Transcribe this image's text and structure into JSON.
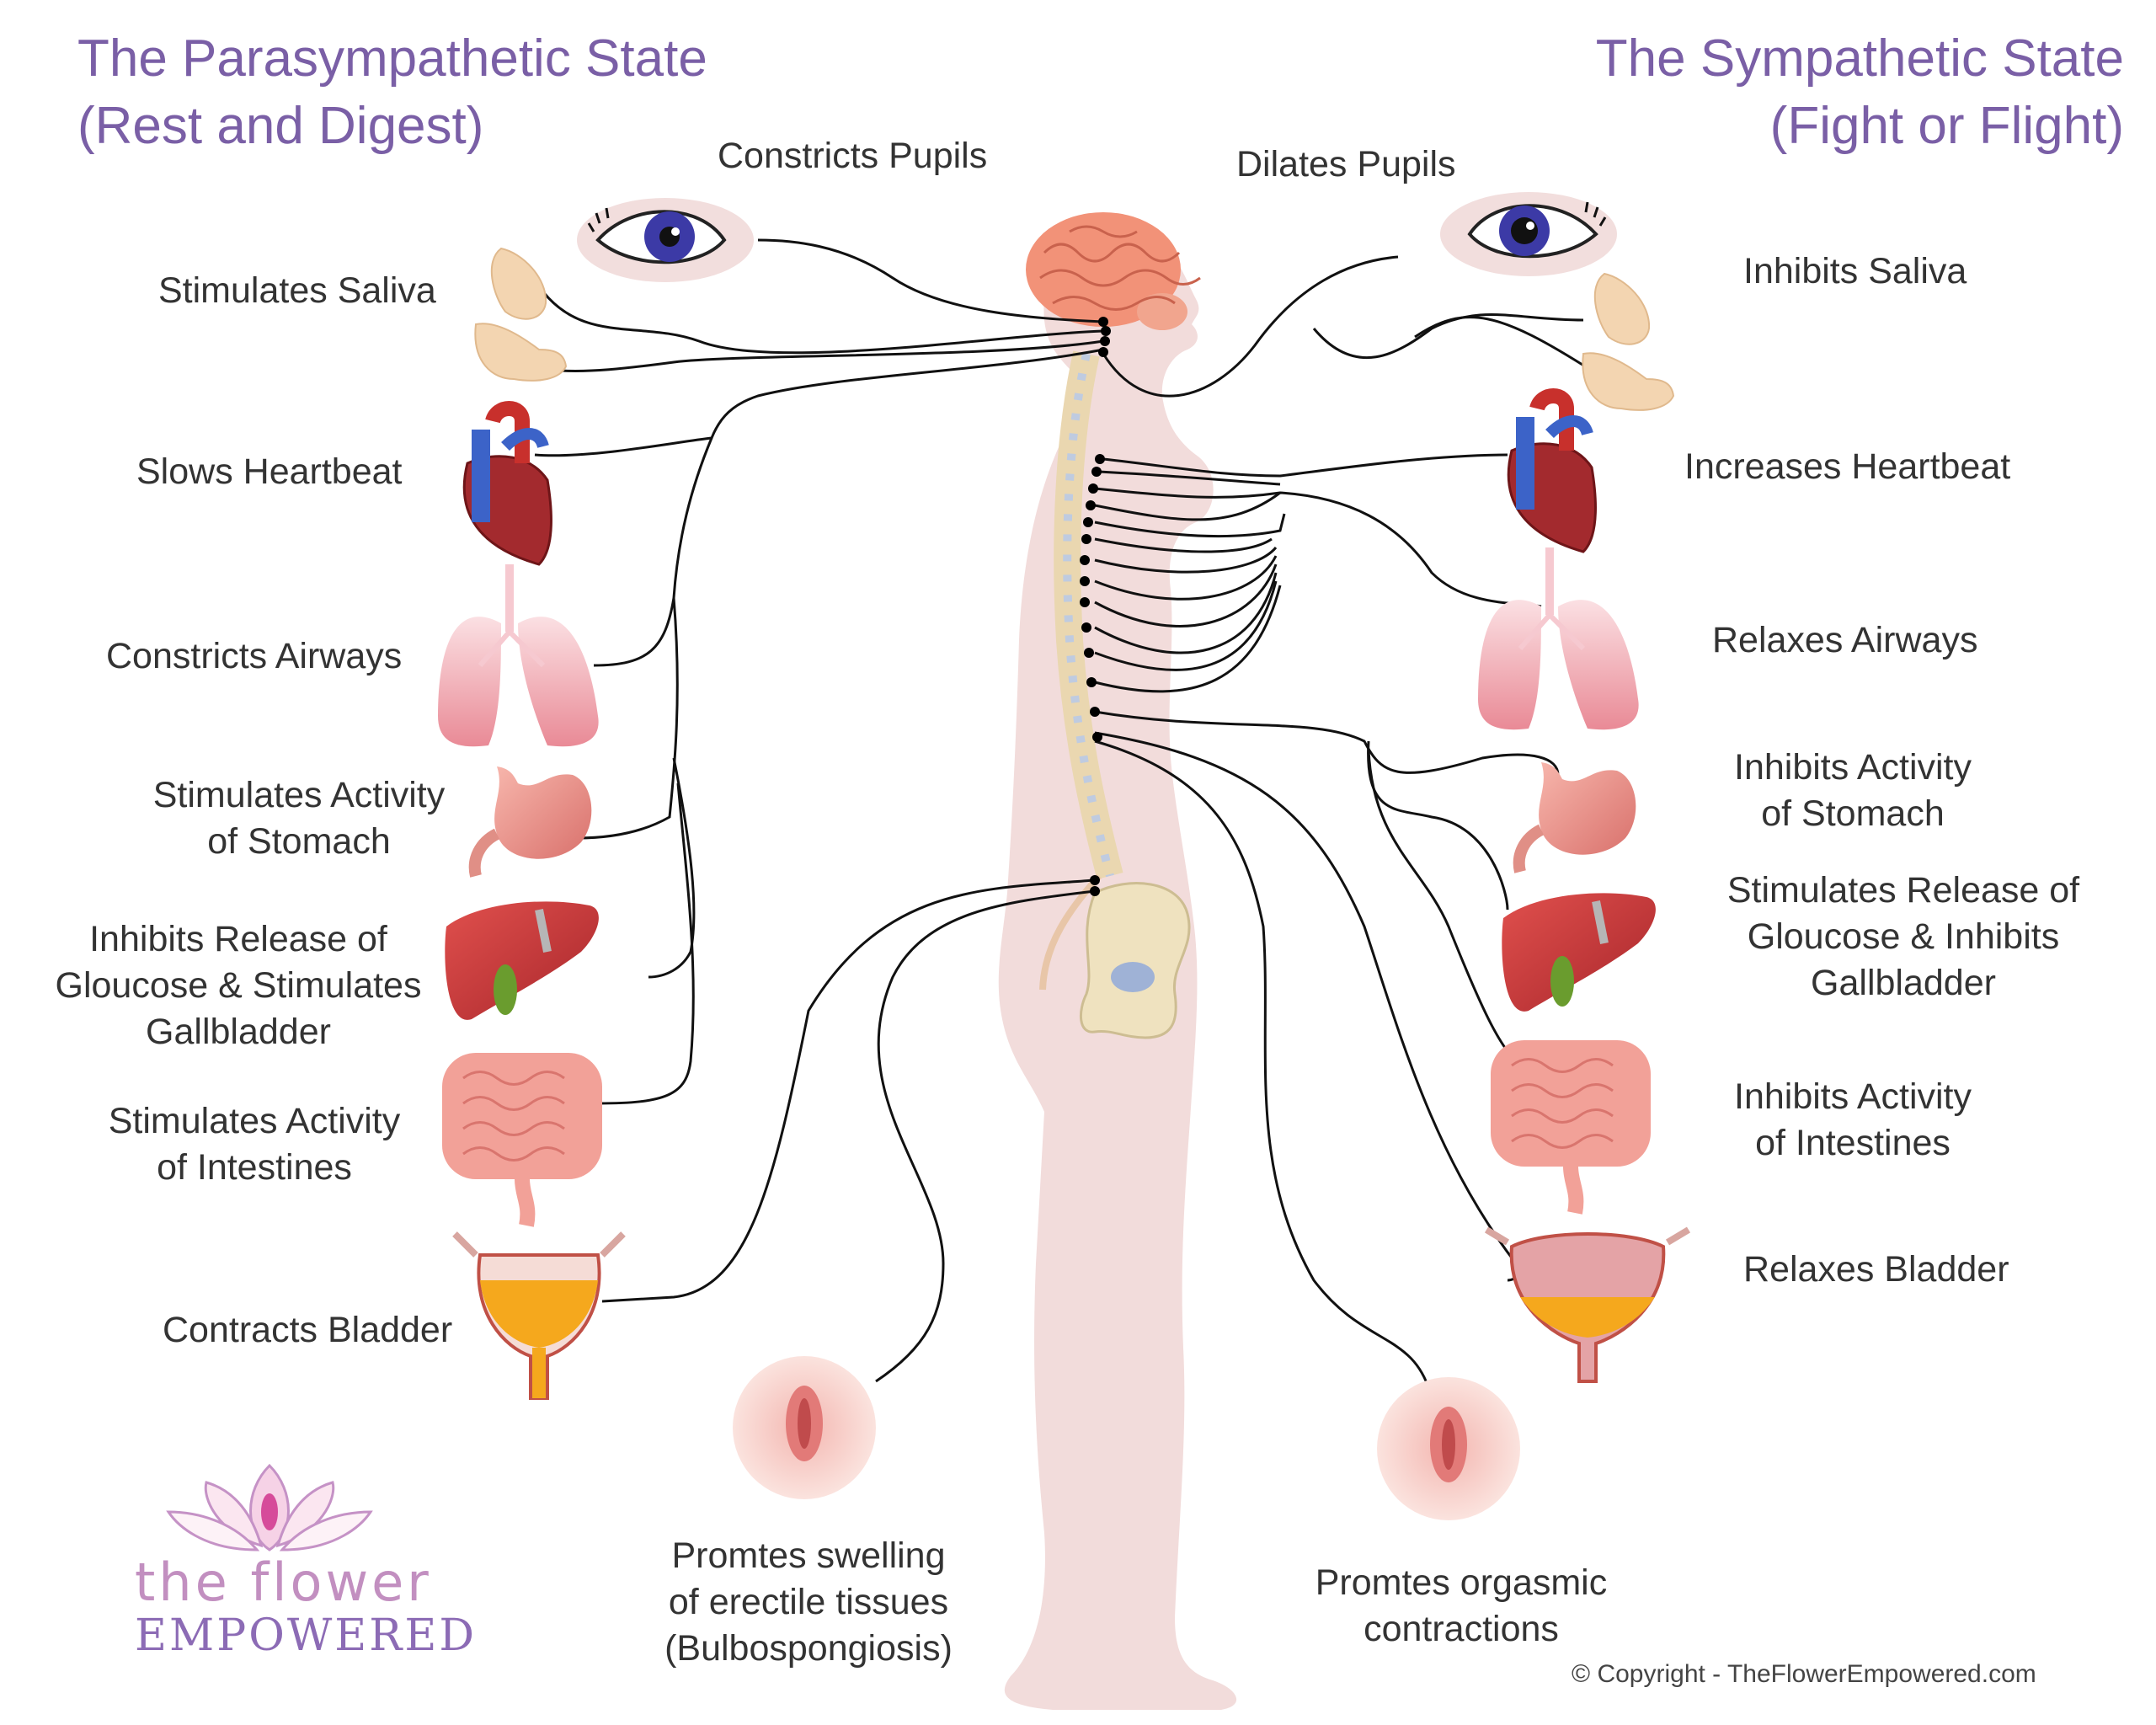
{
  "titles": {
    "left_line1": "The Parasympathetic State",
    "left_line2": "(Rest and Digest)",
    "right_line1": "The Sympathetic State",
    "right_line2": "(Fight or Flight)"
  },
  "parasympathetic": {
    "pupils": "Constricts Pupils",
    "saliva": "Stimulates Saliva",
    "heart": "Slows Heartbeat",
    "airways": "Constricts Airways",
    "stomach_line1": "Stimulates Activity",
    "stomach_line2": "of Stomach",
    "liver_line1": "Inhibits Release of",
    "liver_line2": "Gloucose & Stimulates",
    "liver_line3": "Gallbladder",
    "intestines_line1": "Stimulates Activity",
    "intestines_line2": "of Intestines",
    "bladder": "Contracts Bladder",
    "genital_line1": "Promtes swelling",
    "genital_line2": "of erectile tissues",
    "genital_line3": "(Bulbospongiosis)"
  },
  "sympathetic": {
    "pupils": "Dilates Pupils",
    "saliva": "Inhibits Saliva",
    "heart": "Increases Heartbeat",
    "airways": "Relaxes Airways",
    "stomach_line1": "Inhibits Activity",
    "stomach_line2": "of Stomach",
    "liver_line1": "Stimulates Release of",
    "liver_line2": "Gloucose & Inhibits",
    "liver_line3": "Gallbladder",
    "intestines_line1": "Inhibits Activity",
    "intestines_line2": "of Intestines",
    "bladder": "Relaxes Bladder",
    "genital_line1": "Promtes orgasmic",
    "genital_line2": "contractions"
  },
  "logo": {
    "line1": "the flower",
    "line2": "EMPOWERED"
  },
  "copyright": "© Copyright - TheFlowerEmpowered.com",
  "colors": {
    "title": "#7a5fa6",
    "text": "#333333",
    "body": "#f2d9d8",
    "nerve": "#111111",
    "brain": "#f08a72",
    "liver": "#c0393b",
    "urine": "#f5a81d"
  },
  "icons": [
    "eye-icon",
    "salivary-gland-icon",
    "heart-icon",
    "lungs-icon",
    "stomach-icon",
    "liver-icon",
    "intestines-icon",
    "bladder-icon",
    "vulva-icon",
    "lotus-icon",
    "brain-icon",
    "spine-icon",
    "pelvis-icon"
  ]
}
